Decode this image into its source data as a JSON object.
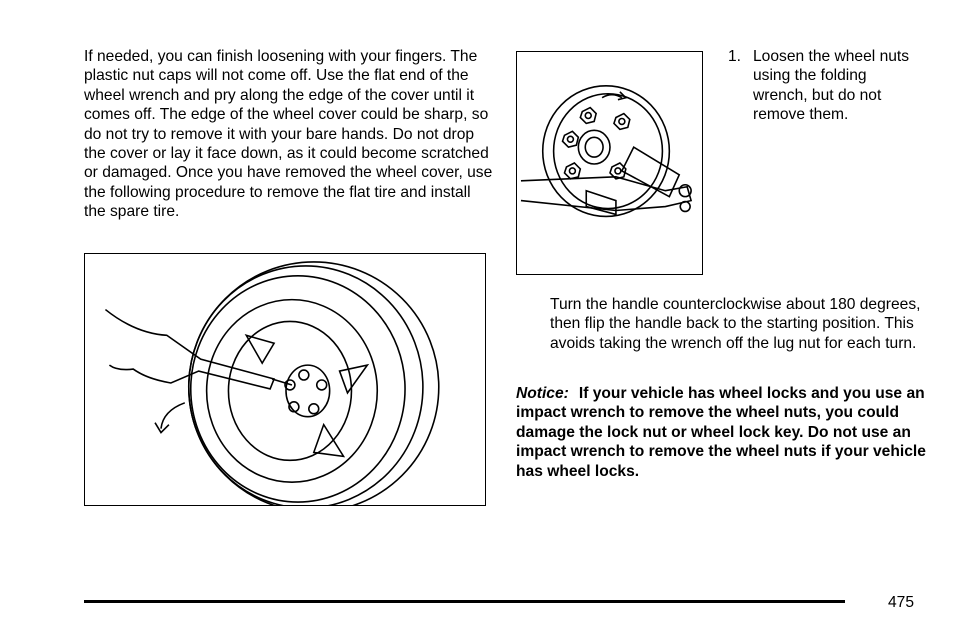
{
  "intro_text": "If needed, you can finish loosening with your fingers. The plastic nut caps will not come off. Use the flat end of the wheel wrench and pry along the edge of the cover until it comes off. The edge of the wheel cover could be sharp, so do not try to remove it with your bare hands. Do not drop the cover or lay it face down, as it could become scratched or damaged. Once you have removed the wheel cover, use the following procedure to remove the flat tire and install the spare tire.",
  "step1": {
    "number": "1.",
    "text": "Loosen the wheel nuts using the folding wrench, but do not remove them."
  },
  "turn_text": "Turn the handle counterclockwise about 180 degrees, then flip the handle back to the starting position. This avoids taking the wrench off the lug nut for each turn.",
  "notice": {
    "label": "Notice:",
    "text": "If your vehicle has wheel locks and you use an impact wrench to remove the wheel nuts, you could damage the lock nut or wheel lock key. Do not use an impact wrench to remove the wheel nuts if your vehicle has wheel locks."
  },
  "page_number": "475"
}
